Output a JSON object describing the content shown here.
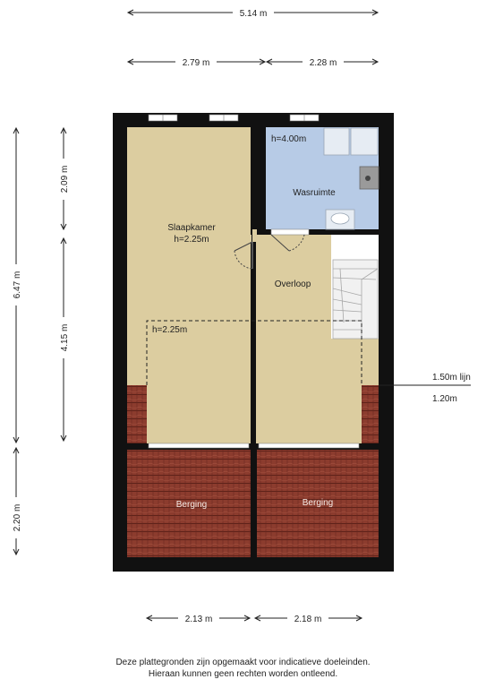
{
  "dimensions": {
    "top_total": "5.14 m",
    "top_left": "2.79 m",
    "top_right": "2.28 m",
    "left_total": "6.47 m",
    "left_upper": "2.09 m",
    "left_middle": "4.15 m",
    "left_lower": "2.20 m",
    "bottom_left": "2.13 m",
    "bottom_right": "2.18 m"
  },
  "rooms": {
    "slaapkamer_name": "Slaapkamer",
    "slaapkamer_height": "h=2.25m",
    "wasruimte_name": "Wasruimte",
    "wasruimte_height": "h=4.00m",
    "overloop_name": "Overloop",
    "zone_height": "h=2.25m",
    "berging_left": "Berging",
    "berging_right": "Berging"
  },
  "legend": {
    "line_150": "1.50m lijn",
    "line_120": "1.20m"
  },
  "footer": {
    "line1": "Deze plattegronden zijn opgemaakt voor indicatieve doeleinden.",
    "line2": "Hieraan kunnen geen rechten worden ontleend."
  },
  "colors": {
    "wall": "#111111",
    "floor_wood": "#dccda0",
    "floor_wet": "#b7cbe6",
    "roof_tile": "#8c3c2e"
  }
}
